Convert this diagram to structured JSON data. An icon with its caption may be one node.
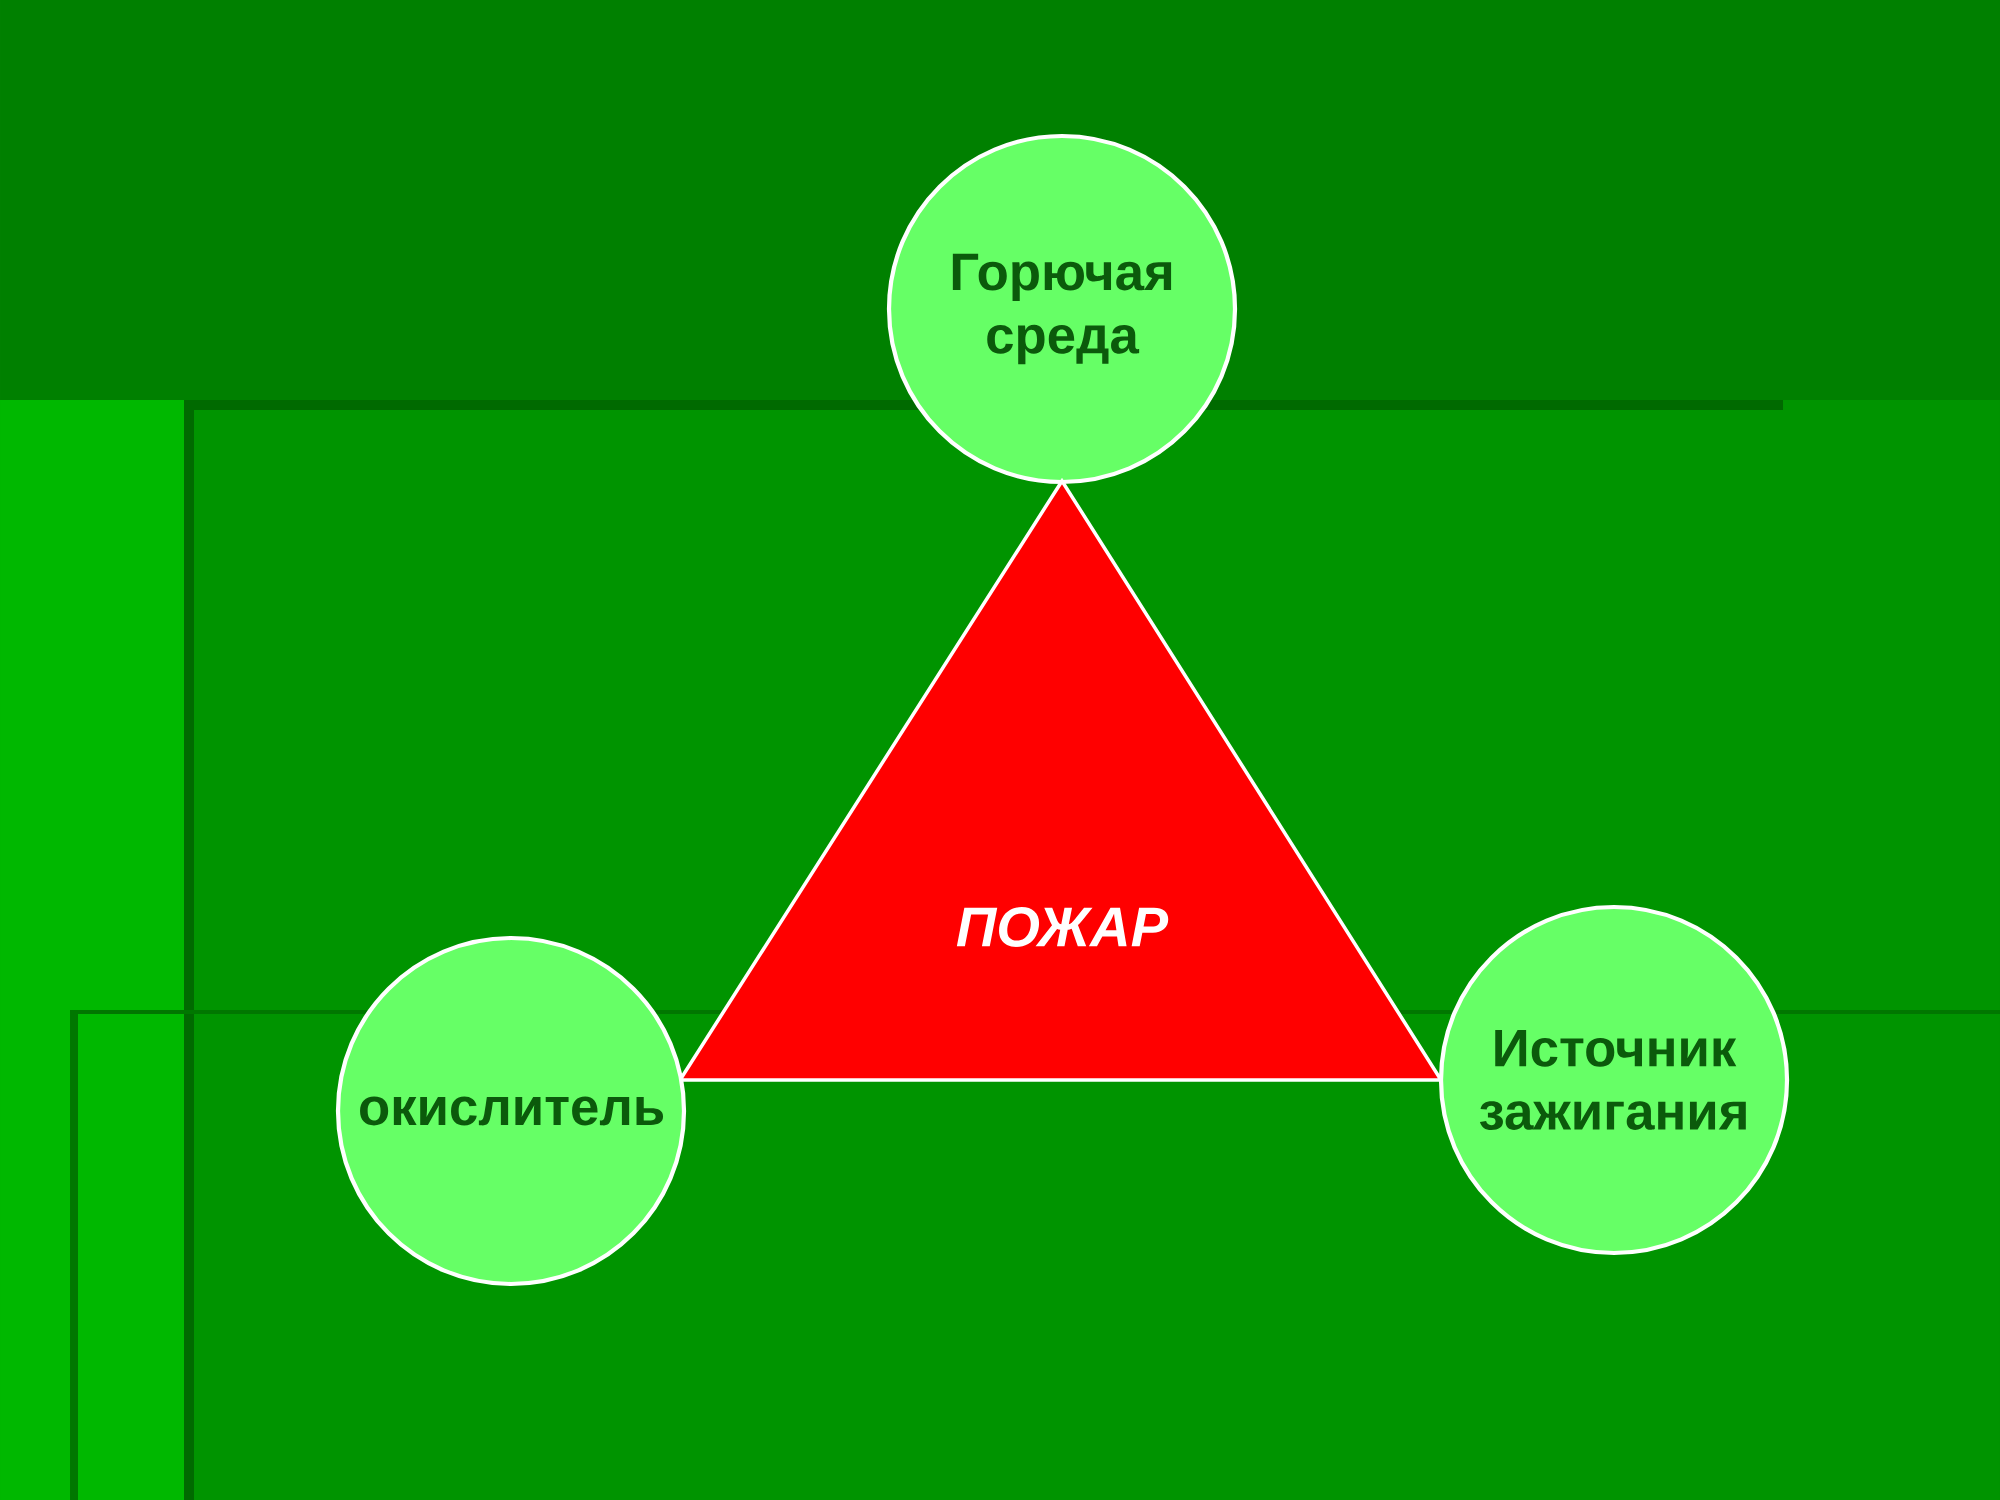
{
  "diagram": {
    "nodes": [
      {
        "text": [
          "Горючая среда"
        ]
      },
      {
        "text": [
          "ПОЖАР"
        ]
      },
      {
        "text": [
          "окислитель"
        ]
      },
      {
        "text": [
          "Источник зажигания"
        ]
      }
    ]
  }
}
